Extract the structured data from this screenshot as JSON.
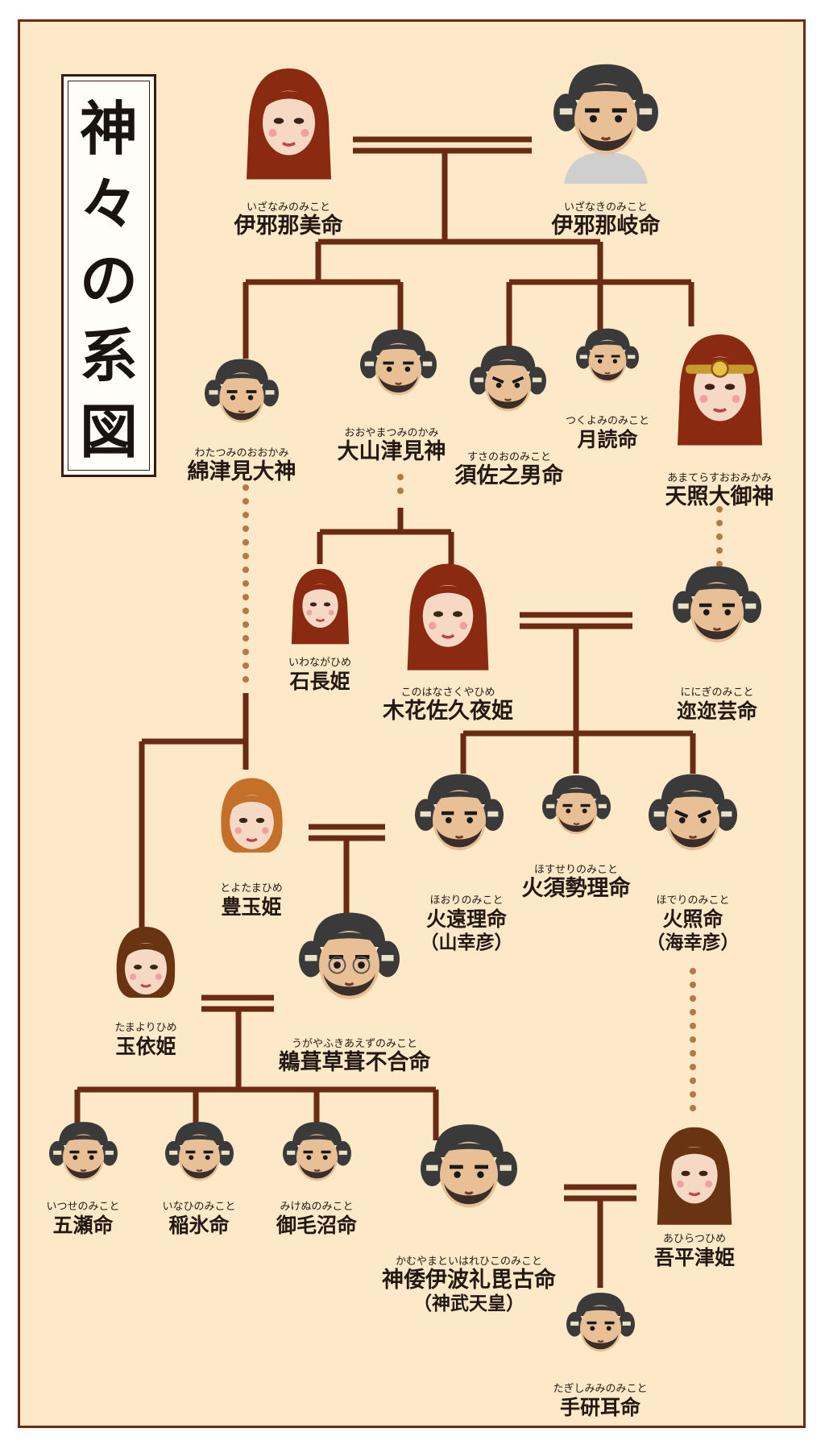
{
  "title": "神々の系図",
  "deities": [
    {
      "id": "izanami",
      "kana": "いざなみのみこと",
      "name": "伊邪那美命",
      "alias": ""
    },
    {
      "id": "izanagi",
      "kana": "いざなきのみこと",
      "name": "伊邪那岐命",
      "alias": ""
    },
    {
      "id": "watatsumi",
      "kana": "わたつみのおおかみ",
      "name": "綿津見大神",
      "alias": ""
    },
    {
      "id": "ooyamatsumi",
      "kana": "おおやまつみのかみ",
      "name": "大山津見神",
      "alias": ""
    },
    {
      "id": "susanoo",
      "kana": "すさのおのみこと",
      "name": "須佐之男命",
      "alias": ""
    },
    {
      "id": "tsukuyomi",
      "kana": "つくよみのみこと",
      "name": "月読命",
      "alias": ""
    },
    {
      "id": "amaterasu",
      "kana": "あまてらすおおみかみ",
      "name": "天照大御神",
      "alias": ""
    },
    {
      "id": "iwanaga",
      "kana": "いわながひめ",
      "name": "石長姫",
      "alias": ""
    },
    {
      "id": "konohana",
      "kana": "このはなさくやひめ",
      "name": "木花佐久夜姫",
      "alias": ""
    },
    {
      "id": "ninigi",
      "kana": "ににぎのみこと",
      "name": "迩迩芸命",
      "alias": ""
    },
    {
      "id": "toyotama",
      "kana": "とよたまひめ",
      "name": "豊玉姫",
      "alias": ""
    },
    {
      "id": "hoori",
      "kana": "ほおりのみこと",
      "name": "火遠理命",
      "alias": "（山幸彦）"
    },
    {
      "id": "hosuseri",
      "kana": "ほすせりのみこと",
      "name": "火須勢理命",
      "alias": ""
    },
    {
      "id": "hoderi",
      "kana": "ほでりのみこと",
      "name": "火照命",
      "alias": "（海幸彦）"
    },
    {
      "id": "tamayori",
      "kana": "たまよりひめ",
      "name": "玉依姫",
      "alias": ""
    },
    {
      "id": "ugaya",
      "kana": "うがやふきあえずのみこと",
      "name": "鵜葺草葺不合命",
      "alias": ""
    },
    {
      "id": "itsuse",
      "kana": "いつせのみこと",
      "name": "五瀬命",
      "alias": ""
    },
    {
      "id": "inahi",
      "kana": "いなひのみこと",
      "name": "稲氷命",
      "alias": ""
    },
    {
      "id": "mikenu",
      "kana": "みけぬのみこと",
      "name": "御毛沼命",
      "alias": ""
    },
    {
      "id": "jimmu",
      "kana": "かむやまといはれひこのみこと",
      "name": "神倭伊波礼毘古命",
      "alias": "（神武天皇）"
    },
    {
      "id": "ahiratsu",
      "kana": "あひらつひめ",
      "name": "吾平津姫",
      "alias": ""
    },
    {
      "id": "tagishimimi",
      "kana": "たぎしみみのみこと",
      "name": "手研耳命",
      "alias": ""
    }
  ]
}
